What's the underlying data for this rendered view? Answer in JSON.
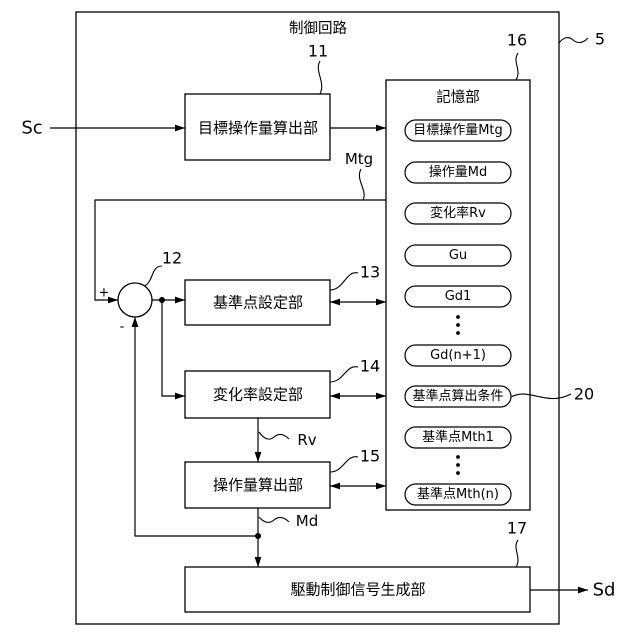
{
  "diagram": {
    "title": "制御回路",
    "ref": "5",
    "input_signal": "Sc",
    "output_signal": "Sd",
    "target_calc": {
      "label": "目標操作量算出部",
      "ref": "11"
    },
    "junction": {
      "ref": "12",
      "plus": "+",
      "minus": "-"
    },
    "base_point_setting": {
      "label": "基準点設定部",
      "ref": "13"
    },
    "rate_setting": {
      "label": "変化率設定部",
      "ref": "14"
    },
    "operation_calc": {
      "label": "操作量算出部",
      "ref": "15"
    },
    "memory": {
      "label": "記憶部",
      "ref": "16",
      "items": [
        "目標操作量Mtg",
        "操作量Md",
        "変化率Rv",
        "Gu",
        "Gd1",
        "Gd(n+1)",
        "基準点算出条件",
        "基準点Mth1",
        "基準点Mth(n)"
      ],
      "condition_ref": "20"
    },
    "drive_signal_gen": {
      "label": "駆動制御信号生成部",
      "ref": "17"
    },
    "signals": {
      "target": "Mtg",
      "rate": "Rv",
      "operation": "Md"
    }
  }
}
